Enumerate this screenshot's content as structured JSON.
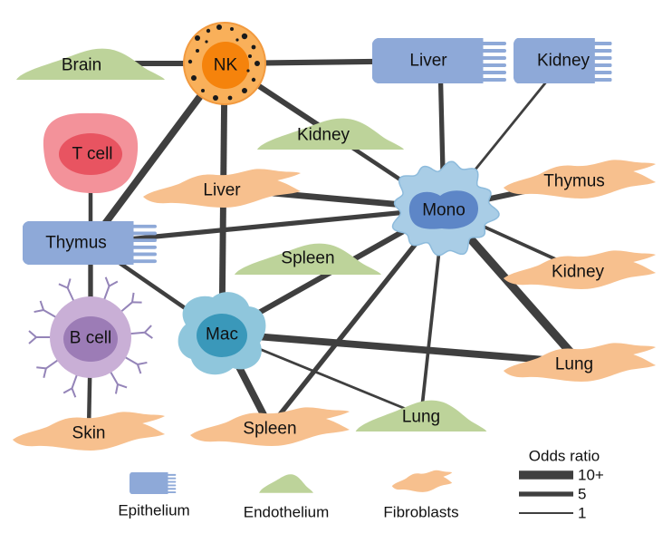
{
  "nodes": {
    "nk": {
      "label": "NK",
      "type": "cell"
    },
    "tcell": {
      "label": "T cell",
      "type": "cell"
    },
    "bcell": {
      "label": "B cell",
      "type": "cell"
    },
    "mono": {
      "label": "Mono",
      "type": "cell"
    },
    "mac": {
      "label": "Mac",
      "type": "cell"
    },
    "brain_endo": {
      "label": "Brain",
      "type": "Endothelium"
    },
    "kidney_endo": {
      "label": "Kidney",
      "type": "Endothelium"
    },
    "spleen_endo": {
      "label": "Spleen",
      "type": "Endothelium"
    },
    "lung_endo": {
      "label": "Lung",
      "type": "Endothelium"
    },
    "liver_epi": {
      "label": "Liver",
      "type": "Epithelium"
    },
    "kidney_epi": {
      "label": "Kidney",
      "type": "Epithelium"
    },
    "thymus_epi": {
      "label": "Thymus",
      "type": "Epithelium"
    },
    "liver_fib": {
      "label": "Liver",
      "type": "Fibroblasts"
    },
    "thymus_fib": {
      "label": "Thymus",
      "type": "Fibroblasts"
    },
    "kidney_fib": {
      "label": "Kidney",
      "type": "Fibroblasts"
    },
    "lung_fib": {
      "label": "Lung",
      "type": "Fibroblasts"
    },
    "spleen_fib": {
      "label": "Spleen",
      "type": "Fibroblasts"
    },
    "skin_fib": {
      "label": "Skin",
      "type": "Fibroblasts"
    }
  },
  "edges": [
    {
      "from": "brain_endo",
      "to": "nk",
      "odds_ratio": 6
    },
    {
      "from": "nk",
      "to": "liver_epi",
      "odds_ratio": 6
    },
    {
      "from": "nk",
      "to": "thymus_epi",
      "odds_ratio": 8
    },
    {
      "from": "nk",
      "to": "mac",
      "odds_ratio": 7
    },
    {
      "from": "nk",
      "to": "kidney_endo",
      "odds_ratio": 6
    },
    {
      "from": "liver_epi",
      "to": "mono",
      "odds_ratio": 5
    },
    {
      "from": "kidney_epi",
      "to": "mono",
      "odds_ratio": 2
    },
    {
      "from": "kidney_endo",
      "to": "mono",
      "odds_ratio": 4
    },
    {
      "from": "liver_fib",
      "to": "mono",
      "odds_ratio": 7
    },
    {
      "from": "thymus_epi",
      "to": "mono",
      "odds_ratio": 5
    },
    {
      "from": "thymus_epi",
      "to": "mac",
      "odds_ratio": 4
    },
    {
      "from": "thymus_epi",
      "to": "bcell",
      "odds_ratio": 5
    },
    {
      "from": "tcell",
      "to": "thymus_epi",
      "odds_ratio": 4
    },
    {
      "from": "bcell",
      "to": "skin_fib",
      "odds_ratio": 4
    },
    {
      "from": "mac",
      "to": "mono",
      "odds_ratio": 6
    },
    {
      "from": "mac",
      "to": "spleen_fib",
      "odds_ratio": 8
    },
    {
      "from": "mac",
      "to": "lung_fib",
      "odds_ratio": 8
    },
    {
      "from": "mac",
      "to": "lung_endo",
      "odds_ratio": 2
    },
    {
      "from": "spleen_fib",
      "to": "mono",
      "odds_ratio": 5
    },
    {
      "from": "lung_endo",
      "to": "mono",
      "odds_ratio": 3
    },
    {
      "from": "mono",
      "to": "thymus_fib",
      "odds_ratio": 6
    },
    {
      "from": "mono",
      "to": "kidney_fib",
      "odds_ratio": 3
    },
    {
      "from": "mono",
      "to": "lung_fib",
      "odds_ratio": 10
    }
  ],
  "cell_type_legend": {
    "epithelium": "Epithelium",
    "endothelium": "Endothelium",
    "fibroblasts": "Fibroblasts"
  },
  "odds_ratio_legend": {
    "title": "Odds ratio",
    "items": [
      {
        "label": "10+",
        "odds_ratio": 10
      },
      {
        "label": "5",
        "odds_ratio": 5
      },
      {
        "label": "1",
        "odds_ratio": 1
      }
    ]
  },
  "colors": {
    "edge": "#3f3f3f",
    "epithelium_fill": "#8ea9d8",
    "epithelium_stroke": "#6d8cc4",
    "endothelium_fill": "#bdd39a",
    "fibroblast_fill": "#f7c08e",
    "nk_outer": "#f9b05a",
    "nk_inner": "#f5830c",
    "tcell_outer": "#f3929a",
    "tcell_inner": "#e85461",
    "bcell_outer": "#c9afd6",
    "bcell_inner": "#9c7cb6",
    "bcell_receptor": "#9484b8",
    "mono_outer": "#a9cde6",
    "mono_inner": "#5d86c7",
    "mac_outer": "#8fc6dc",
    "mac_inner": "#3a98ba"
  }
}
